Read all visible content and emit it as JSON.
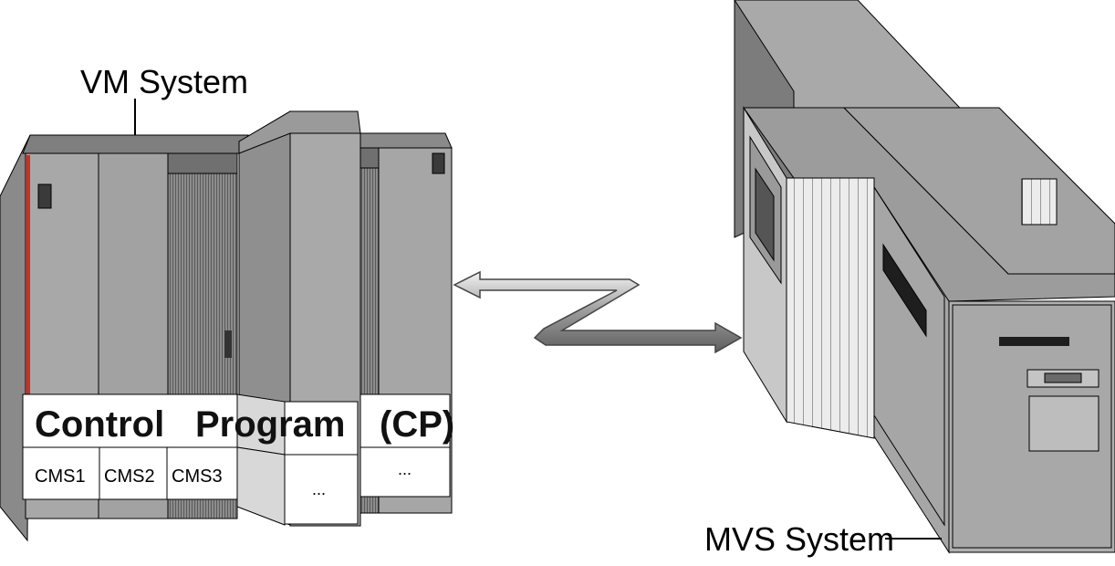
{
  "labels": {
    "vm_system": "VM System",
    "mvs_system": "MVS System",
    "control": "Control",
    "program": "Program",
    "cp": "(CP)",
    "cms1": "CMS1",
    "cms2": "CMS2",
    "cms3": "CMS3",
    "dots_1": "...",
    "dots_2": "..."
  },
  "colors": {
    "cabinet": "#a6a6a6",
    "cabinet_dark": "#7f7f7f",
    "cabinet_light": "#c4c4c4",
    "accent_red": "#d62a1e",
    "connector": "#bdbdbd"
  }
}
